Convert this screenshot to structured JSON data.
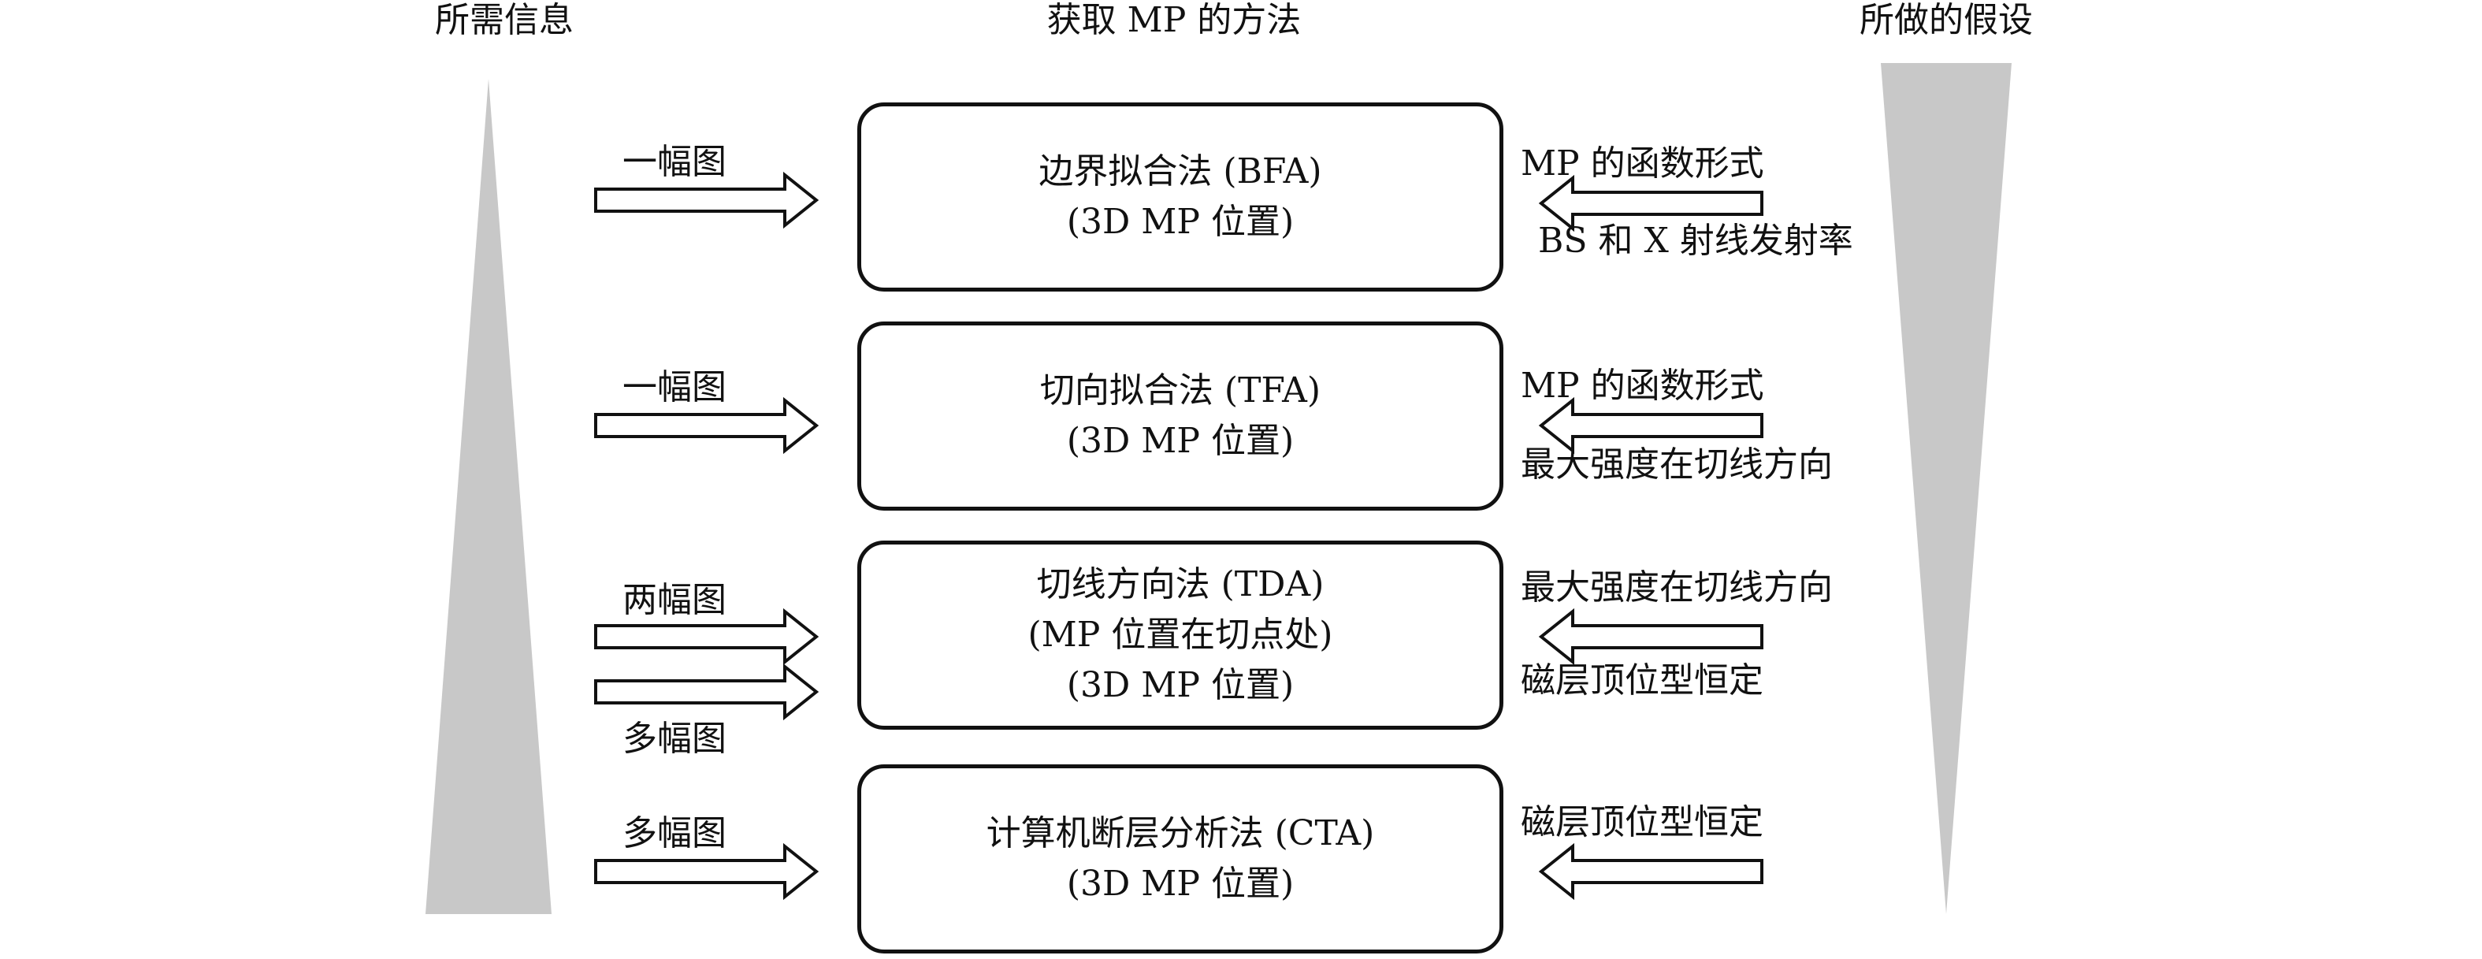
{
  "headers": {
    "info": "所需信息",
    "methods": "获取 MP 的方法",
    "assumptions": "所做的假设"
  },
  "colors": {
    "wedge": "#c8c8c8",
    "stroke": "#111111"
  },
  "rows": [
    {
      "method_lines": [
        "边界拟合法 (BFA)",
        "(3D MP 位置)"
      ],
      "input_top": "一幅图",
      "input_bottom": "",
      "assumption_top": "MP 的函数形式",
      "assumption_bottom": "BS 和 X 射线发射率"
    },
    {
      "method_lines": [
        "切向拟合法 (TFA)",
        "(3D MP 位置)"
      ],
      "input_top": "一幅图",
      "input_bottom": "",
      "assumption_top": "MP 的函数形式",
      "assumption_bottom": "最大强度在切线方向"
    },
    {
      "method_lines": [
        "切线方向法 (TDA)",
        "(MP 位置在切点处)",
        "(3D MP 位置)"
      ],
      "input_top": "两幅图",
      "input_bottom": "多幅图",
      "assumption_top": "最大强度在切线方向",
      "assumption_bottom": "磁层顶位型恒定"
    },
    {
      "method_lines": [
        "计算机断层分析法 (CTA)",
        "(3D MP 位置)"
      ],
      "input_top": "多幅图",
      "input_bottom": "",
      "assumption_top": "磁层顶位型恒定",
      "assumption_bottom": ""
    }
  ]
}
